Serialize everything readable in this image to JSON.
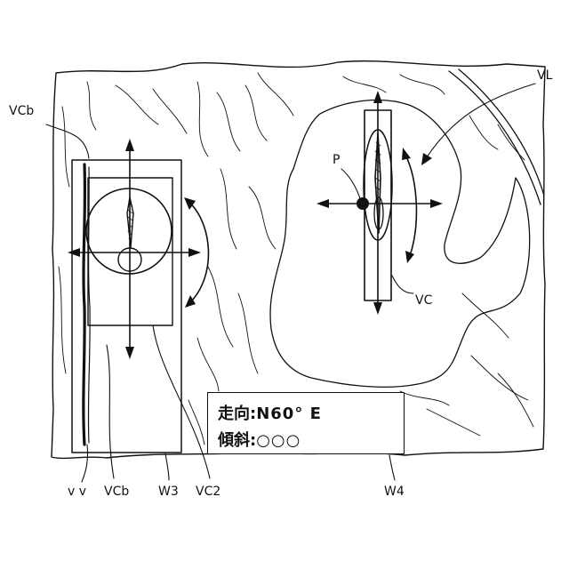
{
  "labels": {
    "vcb_top": "VCb",
    "vl": "VL",
    "p": "P",
    "vc": "VC",
    "vv": "v v",
    "vcb_bottom": "VCb",
    "w3": "W3",
    "vc2": "VC2",
    "w4": "W4"
  },
  "info": {
    "strike_label": "走向:",
    "strike_value": "N60°  E",
    "dip_label": "傾斜:",
    "dip_value": "○○○"
  }
}
